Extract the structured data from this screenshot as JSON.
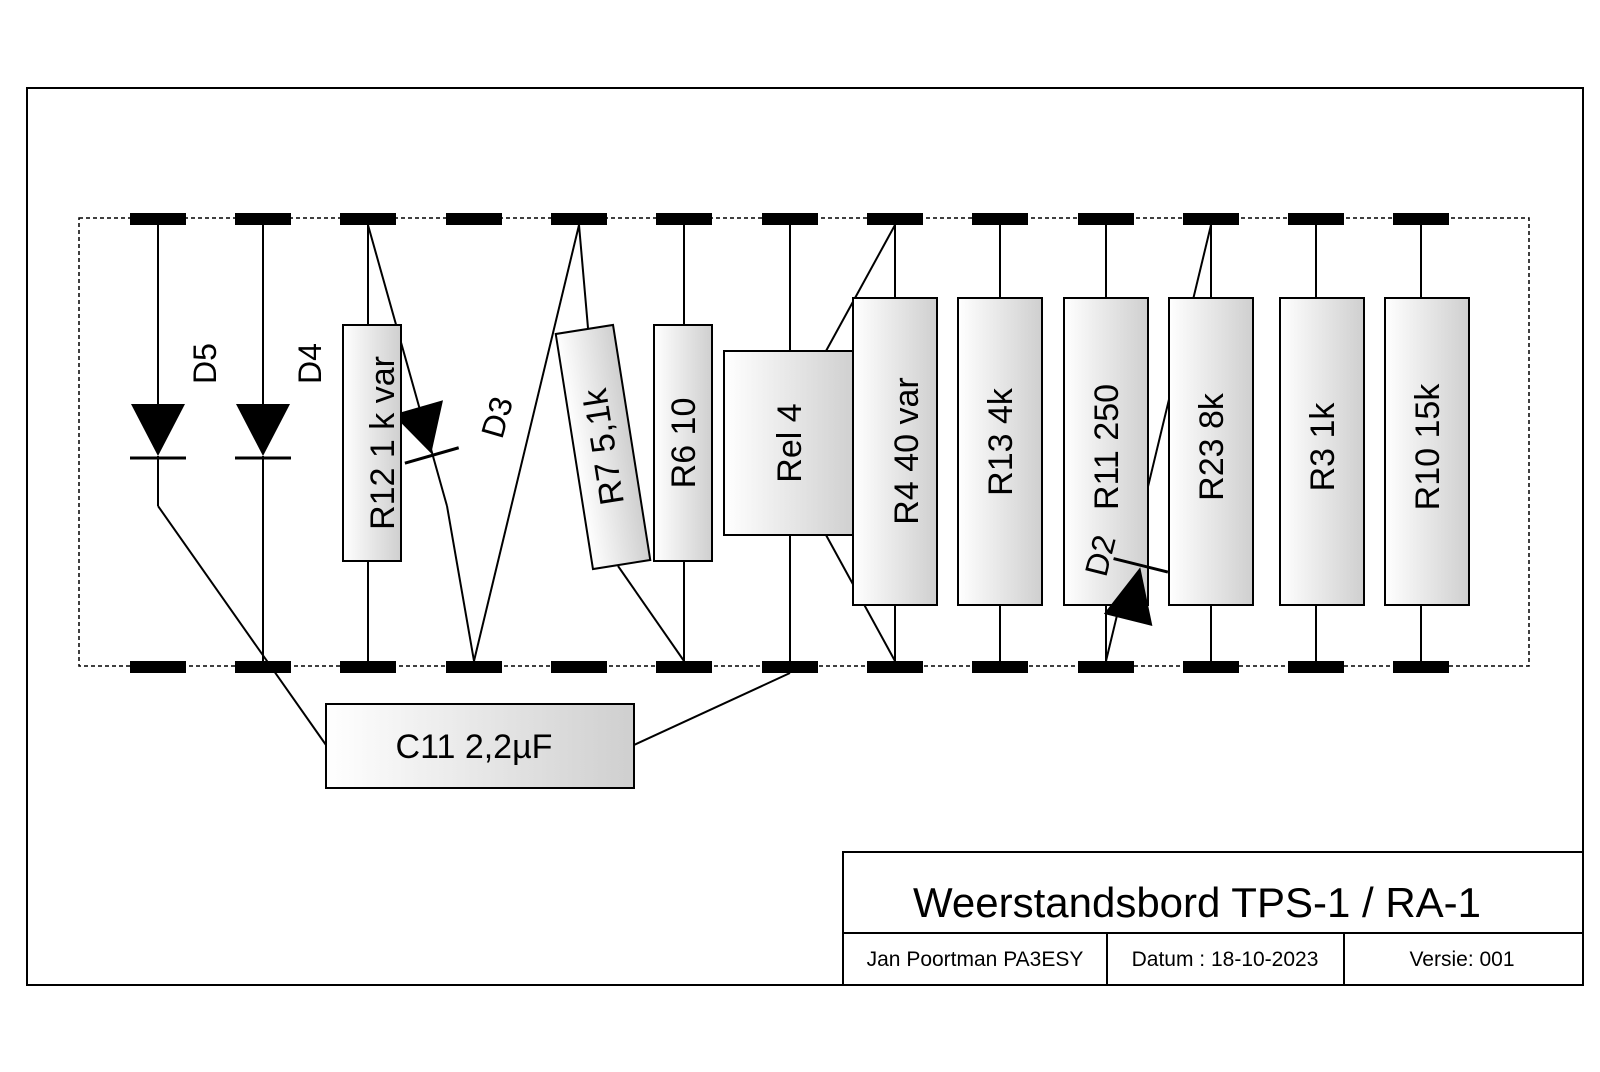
{
  "colors": {
    "line": "#000000",
    "component_fill_light": "#ffffff",
    "component_fill_dark": "#c8c8c8",
    "background": "#ffffff"
  },
  "components": {
    "D5": "D5",
    "D4": "D4",
    "D3": "D3",
    "D2": "D2",
    "R12": "R12 1 k var",
    "R7": "R7 5,1k",
    "R6": "R6 10",
    "Rel4": "Rel 4",
    "R4": "R4 40 var",
    "R13": "R13 4k",
    "R11": "R11 250",
    "R23": "R23 8k",
    "R3": "R3 1k",
    "R10": "R10 15k",
    "C11": "C11 2,2µF"
  },
  "title_block": {
    "title": "Weerstandsbord TPS-1 / RA-1",
    "author": "Jan Poortman PA3ESY",
    "date": "Datum : 18-10-2023",
    "version": "Versie: 001"
  }
}
